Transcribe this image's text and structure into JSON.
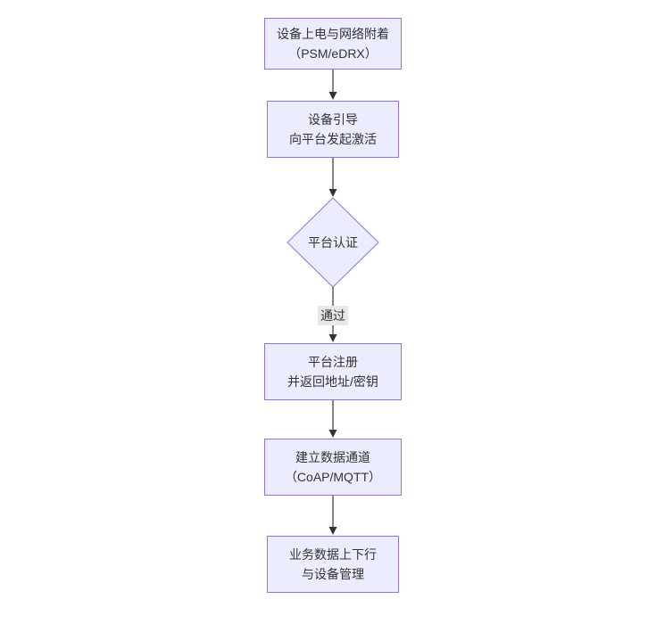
{
  "diagram": {
    "type": "flowchart",
    "direction": "top-down",
    "colors": {
      "node_fill": "#ECECFF",
      "node_border": "#9370DB",
      "edge_line": "#333333",
      "text": "#333333",
      "edge_label_bg": "#e8e8e8",
      "canvas_bg": "#ffffff"
    },
    "nodes": [
      {
        "id": "A",
        "shape": "rect",
        "lines": [
          "设备上电与网络附着",
          "（PSM/eDRX）"
        ]
      },
      {
        "id": "B",
        "shape": "rect",
        "lines": [
          "设备引导",
          "向平台发起激活"
        ]
      },
      {
        "id": "C",
        "shape": "diamond",
        "lines": [
          "平台认证"
        ]
      },
      {
        "id": "D",
        "shape": "rect",
        "lines": [
          "平台注册",
          "并返回地址/密钥"
        ]
      },
      {
        "id": "E",
        "shape": "rect",
        "lines": [
          "建立数据通道",
          "（CoAP/MQTT）"
        ]
      },
      {
        "id": "F",
        "shape": "rect",
        "lines": [
          "业务数据上下行",
          "与设备管理"
        ]
      }
    ],
    "edges": [
      {
        "from": "A",
        "to": "B",
        "label": ""
      },
      {
        "from": "B",
        "to": "C",
        "label": ""
      },
      {
        "from": "C",
        "to": "D",
        "label": "通过"
      },
      {
        "from": "D",
        "to": "E",
        "label": ""
      },
      {
        "from": "E",
        "to": "F",
        "label": ""
      }
    ]
  }
}
